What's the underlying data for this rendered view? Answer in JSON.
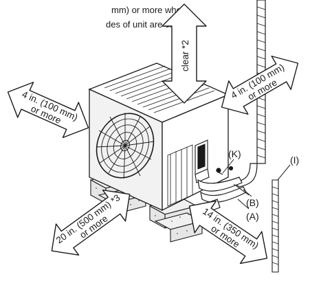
{
  "note": {
    "line1": "mm) or more when",
    "line2": "des of unit are clear"
  },
  "clearances": {
    "top": "clear *2",
    "left": {
      "line1": "4 in. (100 mm)",
      "line2": "or more"
    },
    "right": {
      "line1": "4 in. (100 mm)",
      "line2": "or more"
    },
    "front": {
      "line1": "20 in. (500 mm) *3",
      "line2": "or more"
    },
    "side": {
      "line1": "14 in. (350 mm)",
      "line2": "or more"
    }
  },
  "callouts": {
    "k": "(K)",
    "i": "(I)",
    "b": "(B)",
    "a": "(A)"
  },
  "colors": {
    "line": "#1a1a1a",
    "arrow_fill": "#ffffff",
    "unit_face": "#f2f2f2",
    "block": "#e6e6e6"
  }
}
